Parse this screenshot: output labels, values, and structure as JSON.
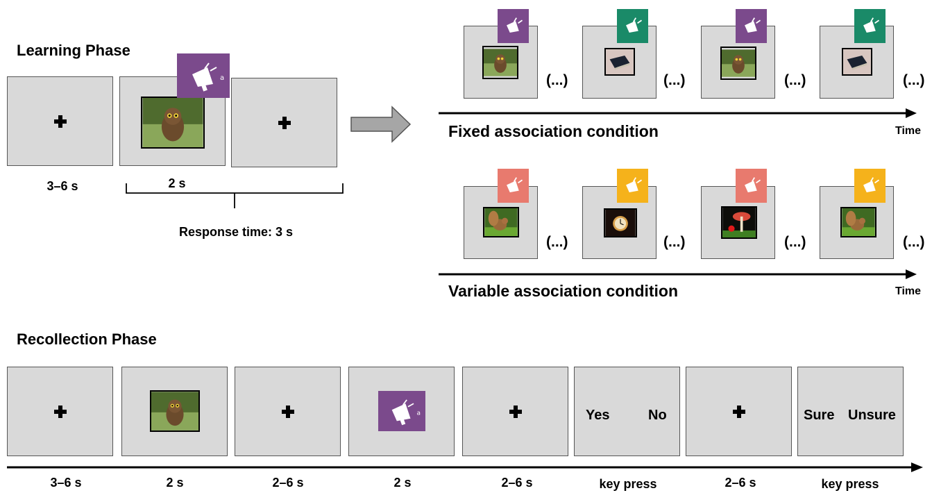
{
  "learning": {
    "title": "Learning Phase",
    "durations": [
      "3–6 s",
      "2 s"
    ],
    "response_label": "Response time: 3 s"
  },
  "conditions": {
    "fixed_label": "Fixed association condition",
    "variable_label": "Variable association condition",
    "time_label": "Time",
    "ellipsis": "(...)",
    "fixed_sound_colors": [
      "#7b4a8c",
      "#1a8a68",
      "#7b4a8c",
      "#1a8a68"
    ],
    "variable_sound_colors": [
      "#e87a6e",
      "#f5b21b",
      "#e87a6e",
      "#f5b21b"
    ],
    "fixed_images": [
      "owl",
      "book",
      "owl",
      "book"
    ],
    "variable_images": [
      "squirrel",
      "clock",
      "mushroom",
      "squirrel"
    ]
  },
  "recollection": {
    "title": "Recollection Phase",
    "durations": [
      "3–6 s",
      "2 s",
      "2–6 s",
      "2 s",
      "2–6 s",
      "key press",
      "2–6 s",
      "key press"
    ],
    "yes": "Yes",
    "no": "No",
    "sure": "Sure",
    "unsure": "Unsure"
  },
  "colors": {
    "frame": "#d9d9d9",
    "sound_purple": "#7b4a8c",
    "arrow": "#a6a6a6"
  },
  "icons": [
    "speaker-icon",
    "fixation-cross-icon",
    "arrow-right-icon"
  ]
}
